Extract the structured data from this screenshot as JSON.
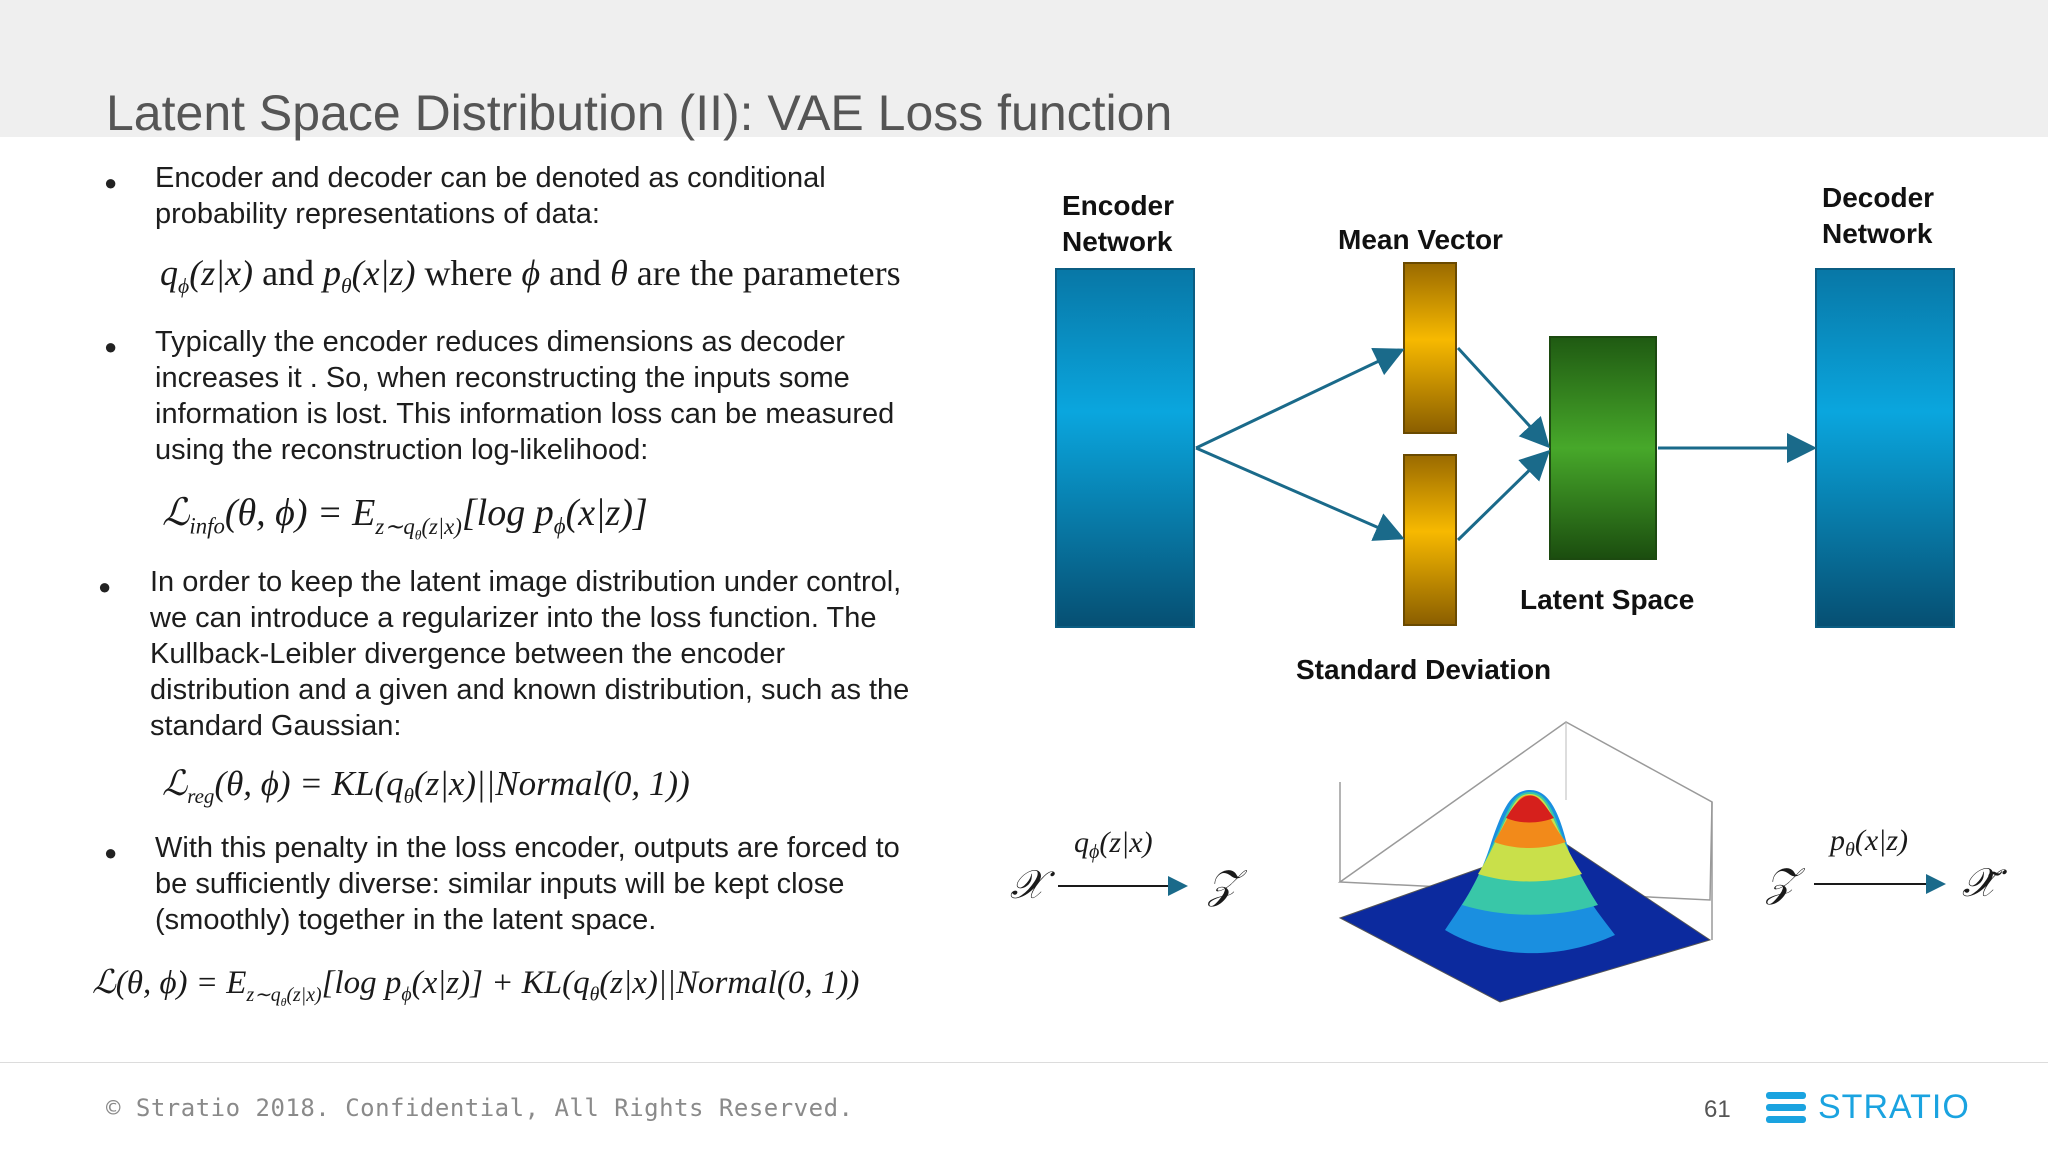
{
  "slide": {
    "title": "Latent Space Distribution (II): VAE Loss function",
    "page_number": "61",
    "copyright": "© Stratio 2018. Confidential, All Rights Reserved.",
    "brand": "STRATIO"
  },
  "bullets": [
    {
      "text": "Encoder and decoder can be denoted as conditional probability representations of data:"
    },
    {
      "text": "Typically the encoder reduces dimensions as decoder increases it . So, when reconstructing the inputs some information is lost. This information loss can be measured using the reconstruction log-likelihood:"
    },
    {
      "text": "In order to keep the latent image distribution under control, we can introduce a regularizer into the loss function. The Kullback-Leibler divergence between the encoder distribution and a given and known distribution, such as the standard Gaussian:"
    },
    {
      "text": "With this penalty in the loss encoder, outputs are forced to be sufficiently diverse: similar inputs will be kept close (smoothly) together in the latent space."
    }
  ],
  "formula_text": {
    "and1": " and ",
    "where": " where ",
    "and2": " and ",
    "tail": " are the parameters"
  },
  "diagram": {
    "encoder_label": "Encoder\nNetwork",
    "mean_label": "Mean Vector",
    "decoder_label": "Decoder\nNetwork",
    "latent_label": "Latent Space",
    "std_label": "Standard Deviation",
    "colors": {
      "network": "#0a9fd6",
      "mean_std": "#f2b000",
      "latent": "#3f9a23",
      "arrow": "#1a6a8a"
    }
  }
}
